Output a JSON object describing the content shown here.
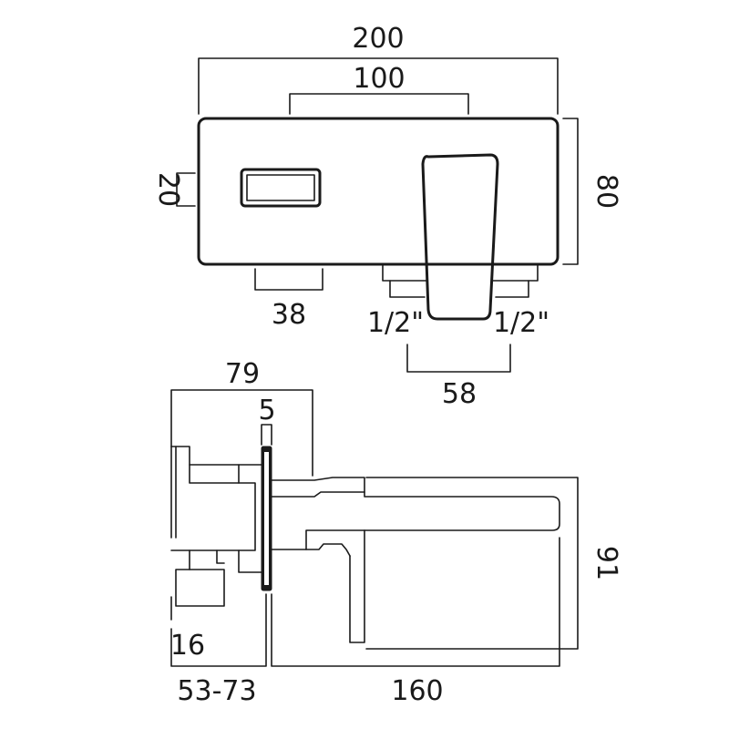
{
  "front_view": {
    "width_total": "200",
    "width_inner": "100",
    "height": "80",
    "handle_offset": "20",
    "inlet_width": "38",
    "left_connection": "1/2\"",
    "right_connection": "1/2\"",
    "connection_spacing": "58"
  },
  "side_view": {
    "depth_total": "79",
    "plate_thickness": "5",
    "spout_height": "91",
    "offset": "16",
    "wall_range": "53-73",
    "spout_projection": "160"
  }
}
